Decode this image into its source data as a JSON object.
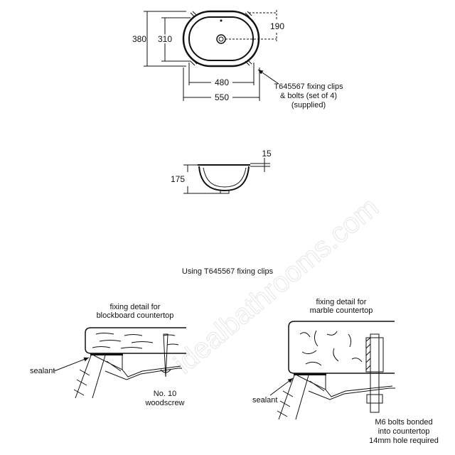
{
  "watermark": "idealbathrooms.com",
  "plan_view": {
    "dim_overall_depth": "380",
    "dim_bowl_depth": "310",
    "dim_waste_offset": "190",
    "dim_bowl_width": "480",
    "dim_overall_width": "550",
    "callout_lines": [
      "T645567 fixing clips",
      "& bolts (set of 4)",
      "(supplied)"
    ]
  },
  "section_view": {
    "dim_height": "175",
    "dim_rim": "15"
  },
  "heading": "Using T645567 fixing clips",
  "blockboard_detail": {
    "title_lines": [
      "fixing detail for",
      "blockboard countertop"
    ],
    "sealant_label": "sealant",
    "screw_lines": [
      "No. 10",
      "woodscrew"
    ]
  },
  "marble_detail": {
    "title_lines": [
      "fixing detail for",
      "marble countertop"
    ],
    "sealant_label": "sealant",
    "bolt_lines": [
      "M6 bolts bonded",
      "into countertop",
      "14mm hole required"
    ]
  }
}
